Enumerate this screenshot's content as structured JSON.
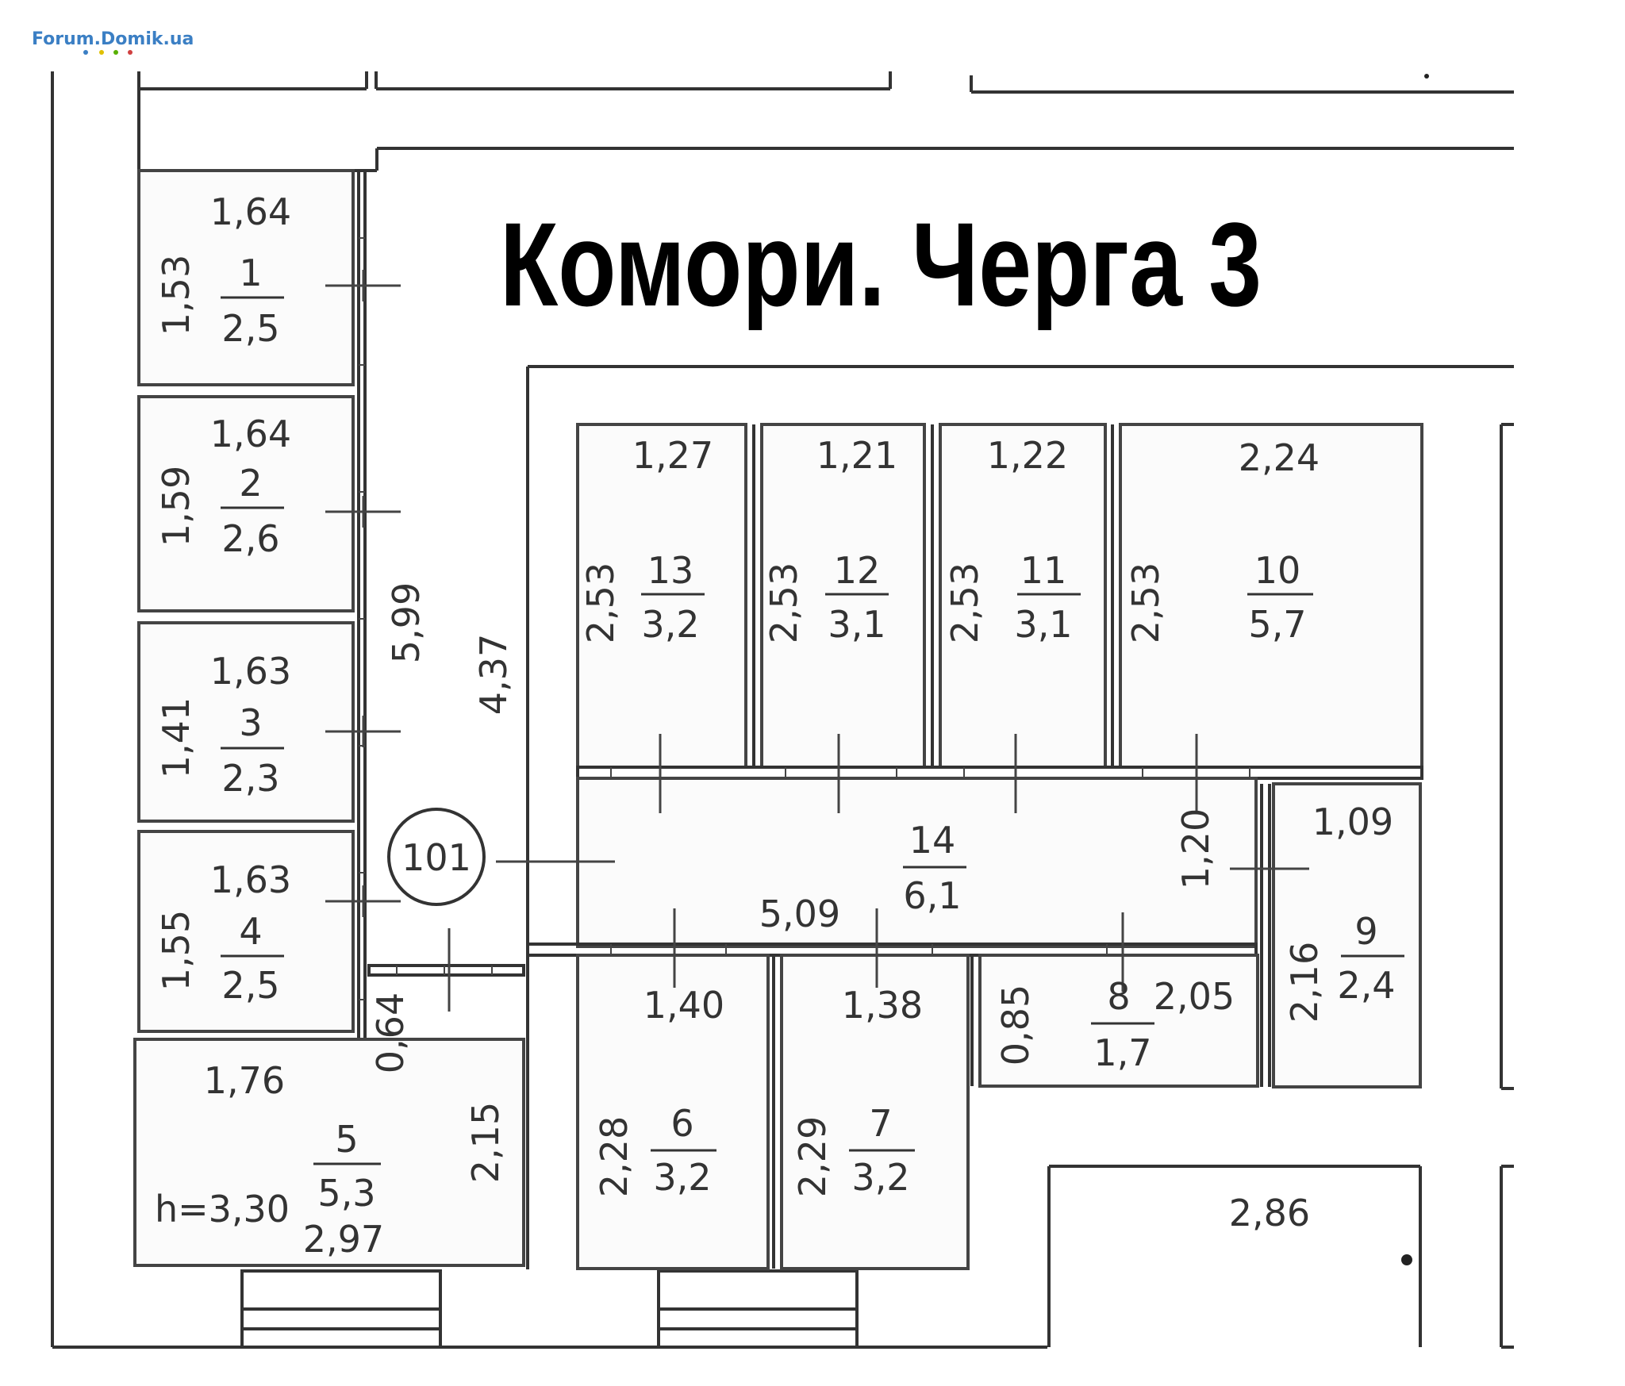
{
  "watermark": "Forum.Domik.ua",
  "title": "Комори. Черга 3",
  "corridor_marker": "101",
  "rooms": [
    {
      "id": "1",
      "area": "2,5",
      "width": "1,64",
      "depth": "1,53"
    },
    {
      "id": "2",
      "area": "2,6",
      "width": "1,64",
      "depth": "1,59"
    },
    {
      "id": "3",
      "area": "2,3",
      "width": "1,63",
      "depth": "1,41"
    },
    {
      "id": "4",
      "area": "2,5",
      "width": "1,63",
      "depth": "1,55"
    },
    {
      "id": "5",
      "area": "5,3",
      "width": "1,76",
      "width2": "2,97",
      "depth": "2,15",
      "height": "h=3,30"
    },
    {
      "id": "6",
      "area": "3,2",
      "width": "1,40",
      "depth": "2,28"
    },
    {
      "id": "7",
      "area": "3,2",
      "width": "1,38",
      "depth": "2,29"
    },
    {
      "id": "8",
      "area": "1,7",
      "width": "2,05",
      "depth": "0,85"
    },
    {
      "id": "9",
      "area": "2,4",
      "width": "1,09",
      "depth": "2,16"
    },
    {
      "id": "10",
      "area": "5,7",
      "width": "2,24",
      "depth": "2,53"
    },
    {
      "id": "11",
      "area": "3,1",
      "width": "1,22",
      "depth": "2,53"
    },
    {
      "id": "12",
      "area": "3,1",
      "width": "1,21",
      "depth": "2,53"
    },
    {
      "id": "13",
      "area": "3,2",
      "width": "1,27",
      "depth": "2,53"
    },
    {
      "id": "14",
      "area": "6,1",
      "width": "5,09",
      "depth": "1,20"
    }
  ],
  "dimensions": {
    "corridor_long": "5,99",
    "corridor_mid": "4,37",
    "passage": "0,64",
    "outside": "2,86"
  }
}
